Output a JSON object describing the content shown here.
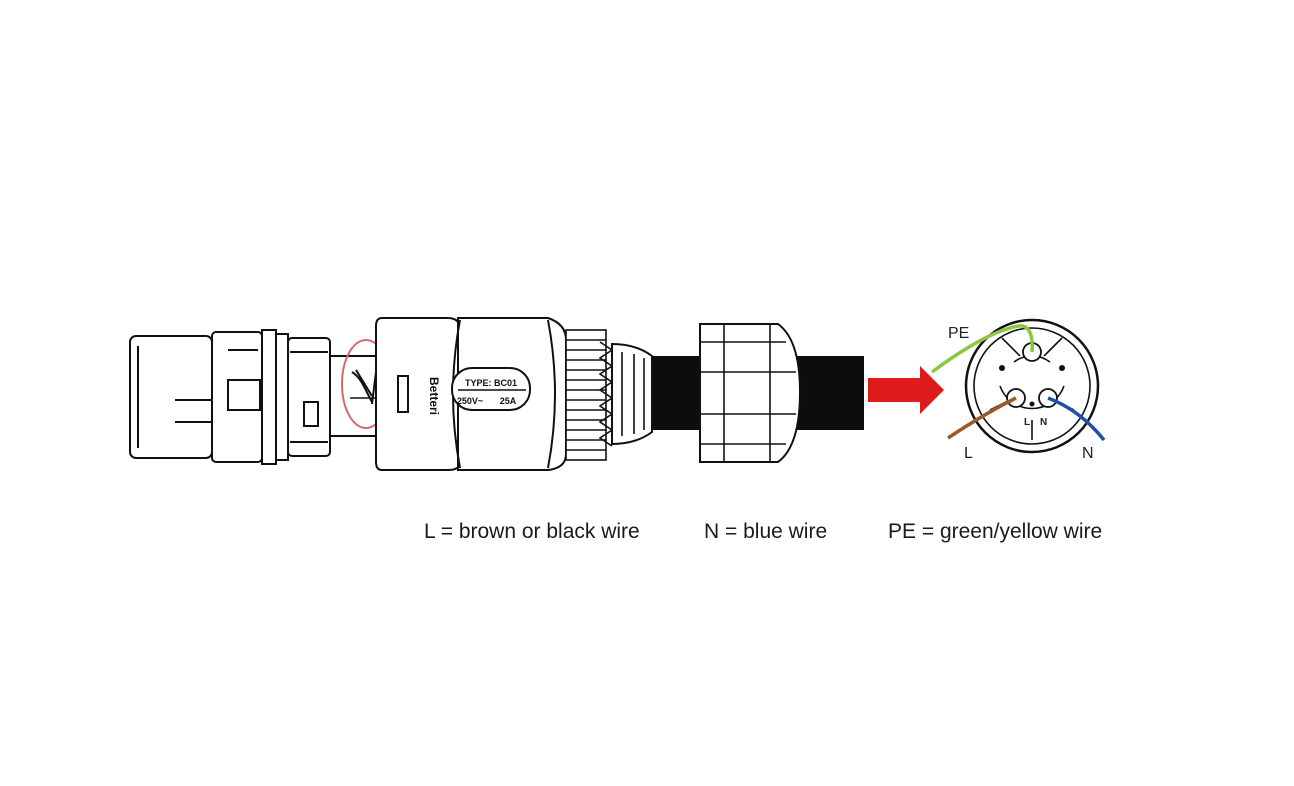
{
  "connector": {
    "brand": "Betteri",
    "type_label": "TYPE: BC01",
    "voltage": "250V~",
    "current": "25A"
  },
  "pinout": {
    "pe_label": "PE",
    "l_label": "L",
    "n_label": "N",
    "pin_l": "L",
    "pin_n": "N"
  },
  "legend": {
    "l": "L = brown or black wire",
    "n": "N = blue wire",
    "pe": "PE = green/yellow wire"
  },
  "colors": {
    "brown_wire": "#9a5a2a",
    "blue_wire": "#1f4fa8",
    "green_wire": "#8dc63f",
    "arrow": "#e01b1b",
    "marker_circle": "#d46a6a",
    "cable": "#0d0d0d"
  }
}
